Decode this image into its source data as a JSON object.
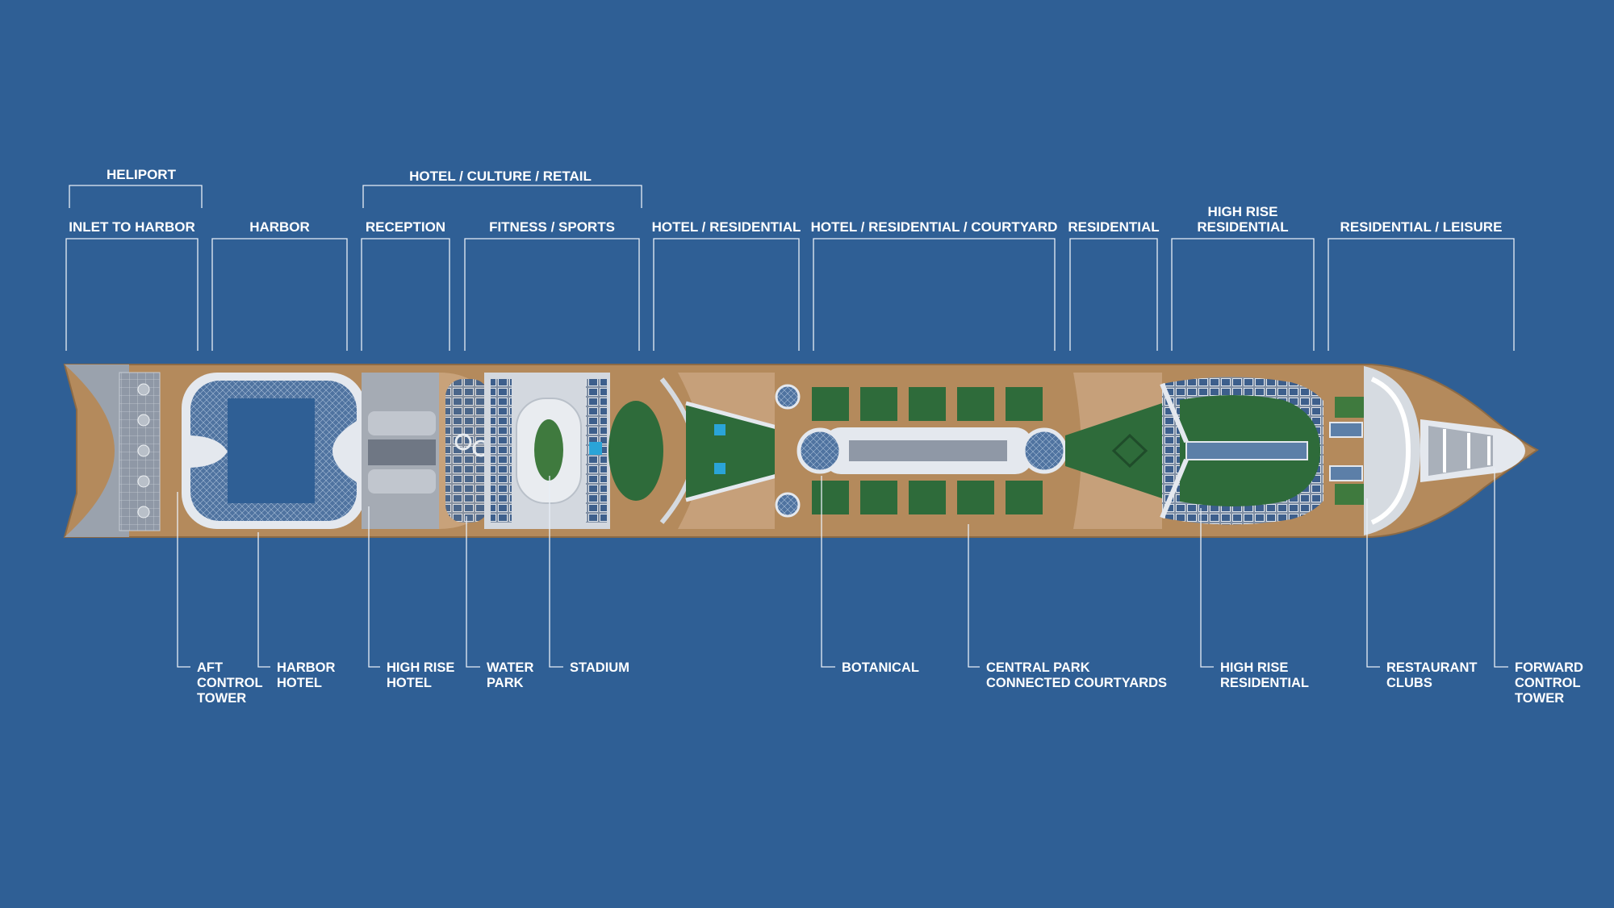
{
  "colors": {
    "background": "#2f5f95",
    "deck_wood": "#b48a5c",
    "structure_white": "#e4e8ee",
    "grey_structure": "#a9b0ba",
    "glass_blue": "#5c7fa8",
    "lawn_green": "#2e6b3a",
    "pool_cyan": "#2aa4d8",
    "label_white": "#ffffff"
  },
  "group_labels": {
    "heliport": "HELIPORT",
    "hotel_culture_retail": "HOTEL / CULTURE / RETAIL"
  },
  "zones": [
    {
      "id": "inlet-to-harbor",
      "lines": [
        "INLET TO HARBOR"
      ]
    },
    {
      "id": "harbor",
      "lines": [
        "HARBOR"
      ]
    },
    {
      "id": "reception",
      "lines": [
        "RECEPTION"
      ]
    },
    {
      "id": "fitness-sports",
      "lines": [
        "FITNESS / SPORTS"
      ]
    },
    {
      "id": "hotel-residential",
      "lines": [
        "HOTEL / RESIDENTIAL"
      ]
    },
    {
      "id": "hotel-residential-courtyard",
      "lines": [
        "HOTEL / RESIDENTIAL / COURTYARD"
      ]
    },
    {
      "id": "residential",
      "lines": [
        "RESIDENTIAL"
      ]
    },
    {
      "id": "high-rise-residential-top",
      "lines": [
        "HIGH RISE",
        "RESIDENTIAL"
      ]
    },
    {
      "id": "residential-leisure",
      "lines": [
        "RESIDENTIAL / LEISURE"
      ]
    }
  ],
  "callouts": [
    {
      "id": "aft-control-tower",
      "lines": [
        "AFT",
        "CONTROL",
        "TOWER"
      ]
    },
    {
      "id": "harbor-hotel",
      "lines": [
        "HARBOR",
        "HOTEL"
      ]
    },
    {
      "id": "high-rise-hotel",
      "lines": [
        "HIGH RISE",
        "HOTEL"
      ]
    },
    {
      "id": "water-park",
      "lines": [
        "WATER",
        "PARK"
      ]
    },
    {
      "id": "stadium",
      "lines": [
        "STADIUM"
      ]
    },
    {
      "id": "botanical",
      "lines": [
        "BOTANICAL"
      ]
    },
    {
      "id": "central-park",
      "lines": [
        "CENTRAL PARK",
        "CONNECTED COURTYARDS"
      ]
    },
    {
      "id": "high-rise-residential-bottom",
      "lines": [
        "HIGH RISE",
        "RESIDENTIAL"
      ]
    },
    {
      "id": "restaurant-clubs",
      "lines": [
        "RESTAURANT",
        "CLUBS"
      ]
    },
    {
      "id": "forward-control-tower",
      "lines": [
        "FORWARD",
        "CONTROL",
        "TOWER"
      ]
    }
  ]
}
